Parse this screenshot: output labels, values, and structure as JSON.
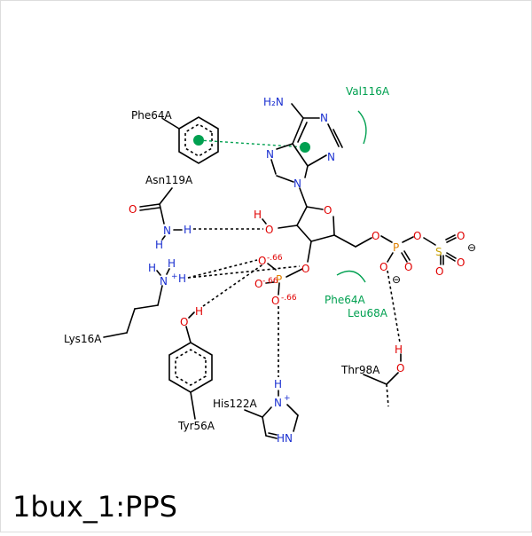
{
  "title": "1bux_1:PPS",
  "colors": {
    "nitrogen": "#1a2fd0",
    "oxygen": "#e00000",
    "phosphorus": "#e08000",
    "sulfur": "#c8a000",
    "interaction": "#00a050",
    "bond": "#000000"
  },
  "residues": {
    "phe64_top": "Phe64A",
    "val116": "Val116A",
    "asn119": "Asn119A",
    "lys16": "Lys16A",
    "tyr56": "Tyr56A",
    "his122": "His122A",
    "thr98": "Thr98A",
    "phe64_bottom": "Phe64A",
    "leu68": "Leu68A"
  },
  "atoms": {
    "n_amine": "H₂N",
    "n1": "N",
    "n3": "N",
    "n7": "N",
    "n9": "N",
    "o_ring": "O",
    "o_ribose_oh": "O",
    "h_ribose_oh": "H",
    "o_3p": "O",
    "p_3": "P",
    "o_3p_a": "O",
    "o_3p_b": "O",
    "o_3p_c": "O",
    "charge_a": "-.66",
    "charge_b": "-.66",
    "charge_c": "-.66",
    "o_5": "O",
    "p_5": "P",
    "o_5a": "O",
    "o_5b": "O",
    "o_bridge": "O",
    "s": "S",
    "o_s1": "O",
    "o_s2": "O",
    "o_s3": "O",
    "minus_s": "⊖",
    "minus_p": "⊖",
    "asn_o": "O",
    "asn_n": "N",
    "asn_h1": "H",
    "asn_h2": "H",
    "lys_n": "N",
    "lys_plus": "+",
    "lys_h1": "H",
    "lys_h2": "H",
    "lys_h3": "H",
    "tyr_o": "O",
    "tyr_h": "H",
    "his_h": "H",
    "his_n": "N",
    "his_plus": "+",
    "his_nh": "HN",
    "thr_h": "H",
    "thr_o": "O"
  }
}
